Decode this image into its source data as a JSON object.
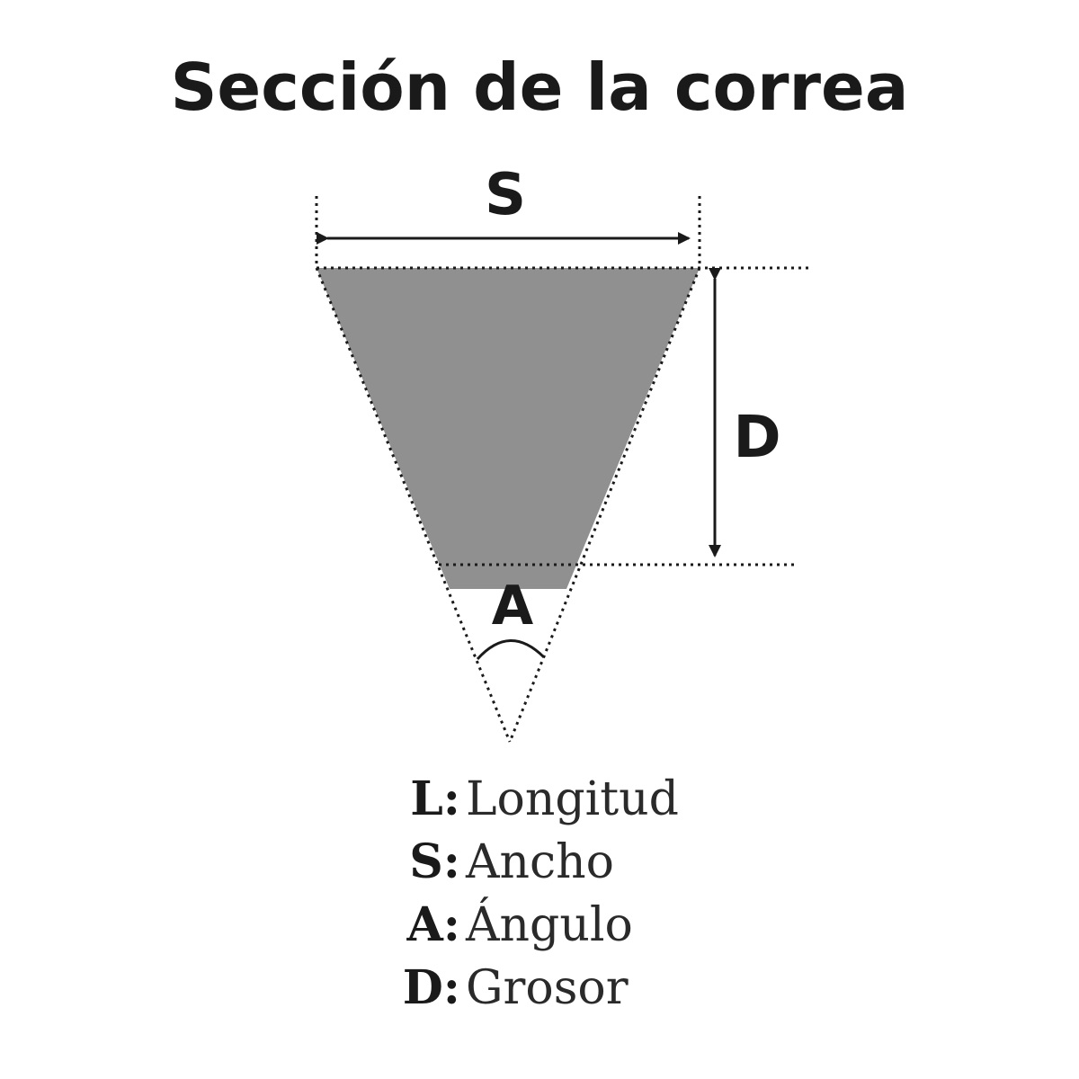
{
  "title": "Sección de la correa",
  "diagram": {
    "width_label": "S",
    "depth_label": "D",
    "angle_label": "A",
    "belt_color": "#909090",
    "line_color": "#1a1a1a"
  },
  "legend": [
    {
      "key": "L",
      "sep": ":",
      "value": "Longitud"
    },
    {
      "key": "S",
      "sep": ":",
      "value": "Ancho"
    },
    {
      "key": "A",
      "sep": ":",
      "value": "Ángulo"
    },
    {
      "key": "D",
      "sep": ":",
      "value": "Grosor"
    }
  ]
}
